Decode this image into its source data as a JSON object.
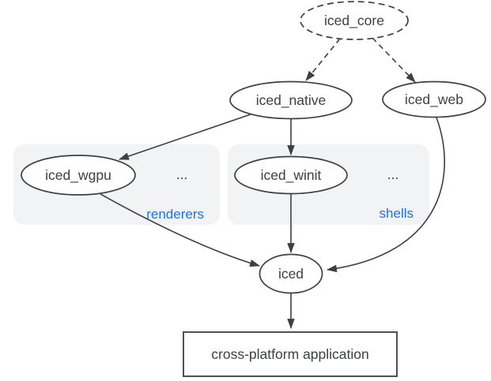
{
  "diagram": {
    "type": "dependency-graph",
    "background": "#ffffff",
    "colors": {
      "node_stroke": "#3c4043",
      "node_fill": "#ffffff",
      "text": "#3c4043",
      "group_fill": "#f1f3f4",
      "group_label_text": "#1a73e8",
      "app_box_stroke": "#4d5156"
    },
    "nodes": {
      "iced_core": {
        "label": "iced_core",
        "shape": "ellipse",
        "border": "dashed"
      },
      "iced_native": {
        "label": "iced_native",
        "shape": "ellipse",
        "border": "solid"
      },
      "iced_web": {
        "label": "iced_web",
        "shape": "ellipse",
        "border": "solid"
      },
      "iced_wgpu": {
        "label": "iced_wgpu",
        "shape": "ellipse",
        "border": "solid"
      },
      "iced_winit": {
        "label": "iced_winit",
        "shape": "ellipse",
        "border": "solid"
      },
      "iced": {
        "label": "iced",
        "shape": "ellipse",
        "border": "solid"
      },
      "application": {
        "label": "cross-platform application",
        "shape": "rectangle",
        "border": "solid"
      }
    },
    "groups": {
      "renderers": {
        "label": "renderers",
        "ellipsis": "...",
        "contains": [
          "iced_wgpu"
        ]
      },
      "shells": {
        "label": "shells",
        "ellipsis": "...",
        "contains": [
          "iced_winit"
        ]
      }
    },
    "edges": [
      {
        "from": "iced_core",
        "to": "iced_native",
        "style": "dashed"
      },
      {
        "from": "iced_core",
        "to": "iced_web",
        "style": "dashed"
      },
      {
        "from": "iced_native",
        "to": "iced_wgpu",
        "style": "solid"
      },
      {
        "from": "iced_native",
        "to": "iced_winit",
        "style": "solid"
      },
      {
        "from": "iced_wgpu",
        "to": "iced",
        "style": "solid"
      },
      {
        "from": "iced_winit",
        "to": "iced",
        "style": "solid"
      },
      {
        "from": "iced_web",
        "to": "iced",
        "style": "solid"
      },
      {
        "from": "iced",
        "to": "application",
        "style": "solid"
      }
    ]
  }
}
